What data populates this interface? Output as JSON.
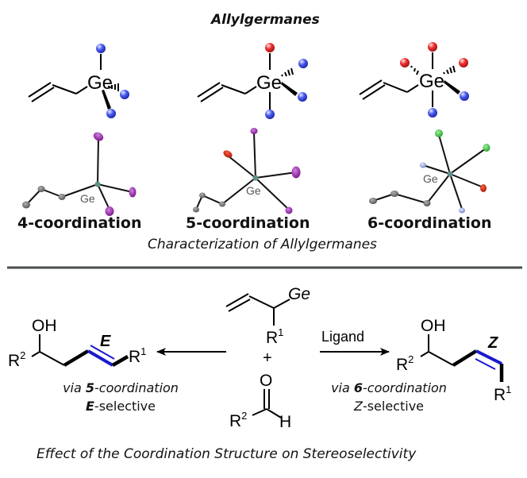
{
  "top_section": {
    "title": "Allylgermanes",
    "atom_label": "Ge",
    "complexes": [
      {
        "label": "4-coordination",
        "ligand_colors": [
          "blue",
          "blue",
          "blue"
        ]
      },
      {
        "label": "5-coordination",
        "ligand_colors": [
          "red",
          "blue",
          "blue",
          "blue"
        ]
      },
      {
        "label": "6-coordination",
        "ligand_colors": [
          "red",
          "red",
          "red",
          "blue",
          "blue"
        ]
      }
    ],
    "crystal_label": "Ge",
    "caption": "Characterization of Allylgermanes"
  },
  "bottom_section": {
    "reagent_ge": "Ge",
    "reagent_r1": "R",
    "reagent_r1_sup": "1",
    "plus": "+",
    "aldehyde_o": "O",
    "aldehyde_r": "R",
    "aldehyde_r_sup": "2",
    "aldehyde_h": "H",
    "arrow_right_label": "Ligand",
    "left_product": {
      "oh": "OH",
      "r2": "R",
      "r2_sup": "2",
      "r1": "R",
      "r1_sup": "1",
      "stereo": "E",
      "via_prefix": "via ",
      "via_num": "5",
      "via_suffix": "-coordination",
      "sel_letter": "E",
      "sel_suffix": "-selective"
    },
    "right_product": {
      "oh": "OH",
      "r2": "R",
      "r2_sup": "2",
      "r1": "R",
      "r1_sup": "1",
      "stereo": "Z",
      "via_prefix": "via ",
      "via_num": "6",
      "via_suffix": "-coordination",
      "sel_letter": "Z",
      "sel_suffix": "-selective"
    },
    "caption": "Effect of the Coordination Structure on Stereoselectivity"
  },
  "colors": {
    "ligand_blue": "#2a3fd0",
    "ligand_red": "#d42020",
    "highlight_bond": "#1a1acc",
    "divider": "#4a4f4a",
    "ortep_purple": "#8a1a9a",
    "ortep_red": "#c02810",
    "ortep_green": "#3ac03a",
    "ortep_lavender": "#8f9fd8",
    "ortep_gray": "#707070",
    "ortep_ge": "#5f8f8a"
  }
}
